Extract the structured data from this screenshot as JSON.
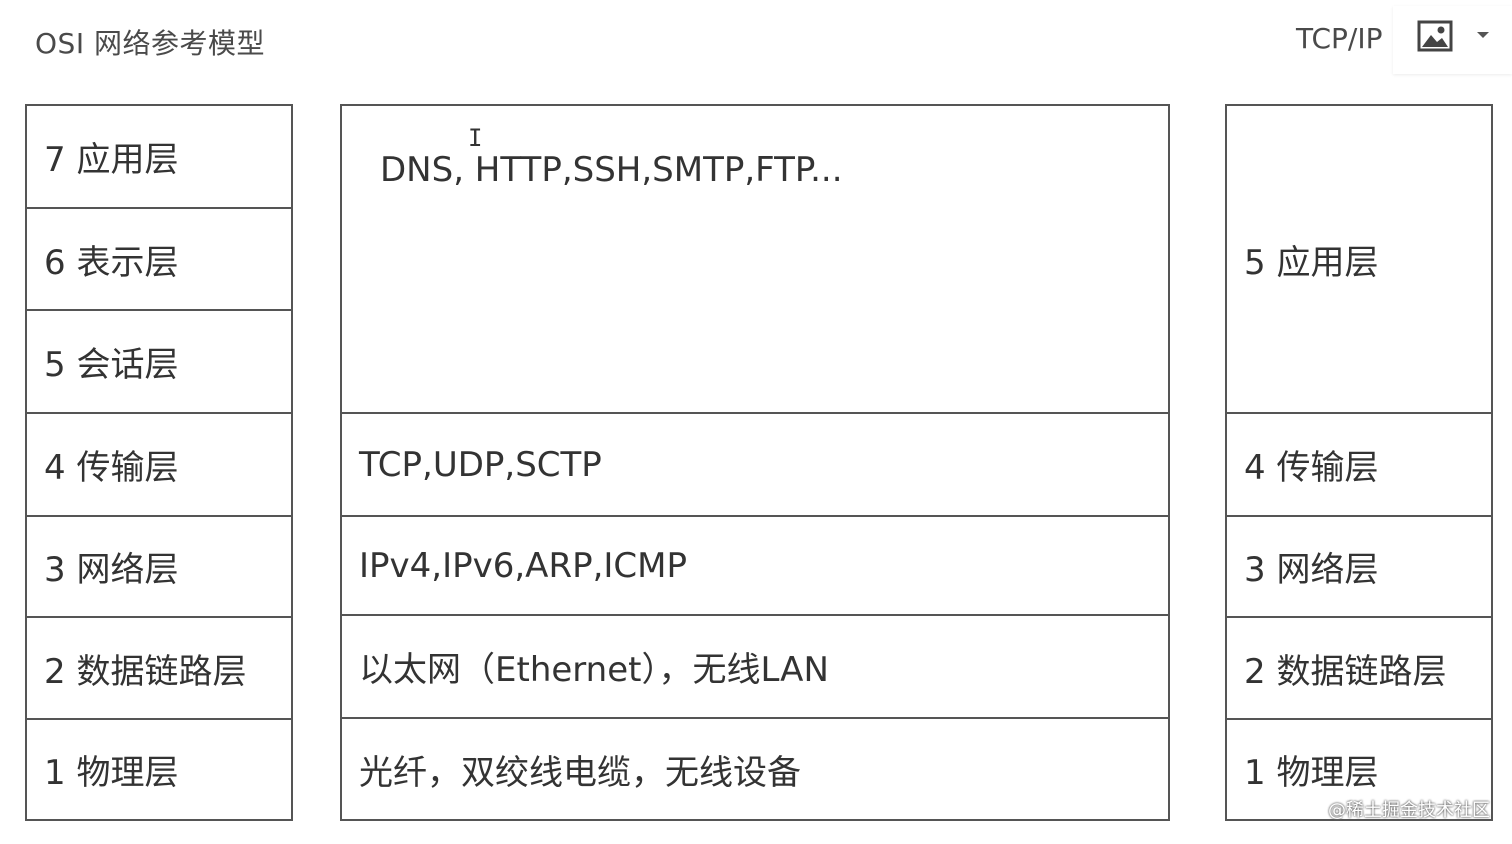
{
  "header": {
    "left_title": "OSI 网络参考模型",
    "right_title": "TCP/IP"
  },
  "osi_layers": [
    "7 应用层",
    "6 表示层",
    "5 会话层",
    "4 传输层",
    "3 网络层",
    "2 数据链路层",
    "1 物理层"
  ],
  "protocols": {
    "application": "DNS, HTTP,SSH,SMTP,FTP...",
    "transport": "TCP,UDP,SCTP",
    "network": "IPv4,IPv6,ARP,ICMP",
    "data_link": "以太网（Ethernet），无线LAN",
    "physical": "光纤，双绞线电缆，无线设备"
  },
  "tcpip_layers": [
    "5 应用层",
    "4 传输层",
    "3 网络层",
    "2 数据链路层",
    "1 物理层"
  ],
  "watermark": "@稀土掘金技术社区",
  "icons": {
    "image": "image-icon",
    "dropdown": "chevron-down-icon"
  }
}
